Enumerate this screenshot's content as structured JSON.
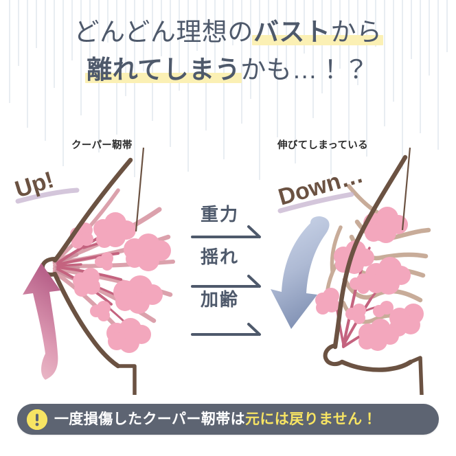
{
  "headline": {
    "line1": [
      {
        "text": "どんどん理想の",
        "bold": false,
        "highlight": false
      },
      {
        "text": "バスト",
        "bold": true,
        "highlight": true
      },
      {
        "text": "から",
        "bold": false,
        "highlight": true
      }
    ],
    "line2": [
      {
        "text": "離れてしまう",
        "bold": true,
        "highlight": true
      },
      {
        "text": "かも…！？",
        "bold": false,
        "highlight": false
      }
    ],
    "full_text": "どんどん理想のバストから離れてしまうかも…！？",
    "text_color": "#4e596b",
    "highlight_color": "#fbf0b4"
  },
  "diagram": {
    "left_panel": {
      "label": "クーパー靭帯",
      "accent_text": "Up!",
      "accent_color": "#6b5242",
      "accent_underline_color": "#c6b3cf",
      "arrow_name": "up-arrow",
      "arrow_color_start": "#f0c4cf",
      "arrow_color_end": "#b8628a"
    },
    "right_panel": {
      "label": "伸びてしまっている",
      "accent_text": "Down…",
      "accent_color": "#6b5242",
      "accent_underline_color": "#c6b3cf",
      "arrow_name": "down-arrow",
      "arrow_color_start": "#ccd6ea",
      "arrow_color_end": "#8494b6"
    },
    "forces": [
      {
        "label": "重力"
      },
      {
        "label": "揺れ"
      },
      {
        "label": "加齢"
      }
    ],
    "force_color": "#4e596b",
    "outline_color": "#6b5242",
    "gland_color": "#f3a7bd",
    "duct_color": "#c4637f",
    "ligament_healthy_color": "#d99aa6",
    "ligament_stretched_color": "#c6a894"
  },
  "banner": {
    "icon": "warning-exclamation-icon",
    "icon_bg": "#f7e463",
    "background": "#5d6472",
    "text_plain": "一度損傷したクーパー靭帯は",
    "text_accent": "元には戻りません！",
    "full_text": "一度損傷したクーパー靭帯は元には戻りません！",
    "plain_color": "#ffffff",
    "accent_color": "#f7e463"
  }
}
